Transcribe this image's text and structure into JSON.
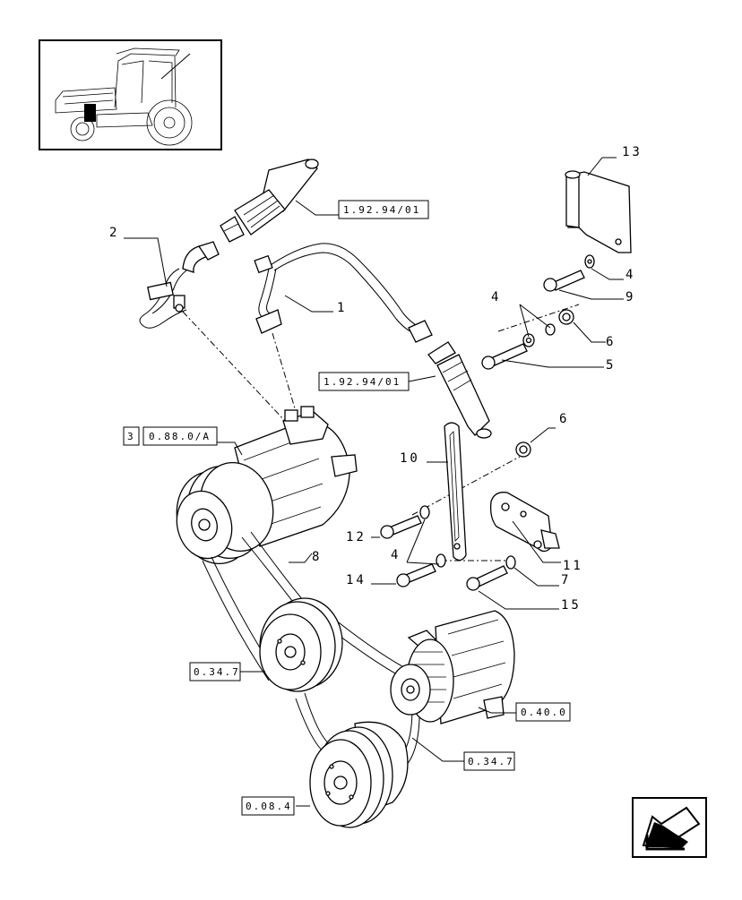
{
  "callouts": {
    "n1": "1",
    "n2": "2",
    "n4a": "4",
    "n4b": "4",
    "n4c": "4",
    "n5": "5",
    "n6a": "6",
    "n6b": "6",
    "n7": "7",
    "n8": "8",
    "n9": "9",
    "n10": "10",
    "n11": "11",
    "n12": "12",
    "n13": "13",
    "n14": "14",
    "n15": "15"
  },
  "refs": {
    "pipe_top": "1.92.94/01",
    "pipe_mid": "1.92.94/01",
    "compressor_num": "3",
    "compressor": "0.88.0/A",
    "pulley_left": "0.34.7",
    "alternator": "0.40.0",
    "pulley_lower": "0.34.7",
    "crank": "0.08.4"
  },
  "icons": {
    "thumbnail": "tractor-thumbnail-icon",
    "navigation": "back-arrow-icon"
  }
}
